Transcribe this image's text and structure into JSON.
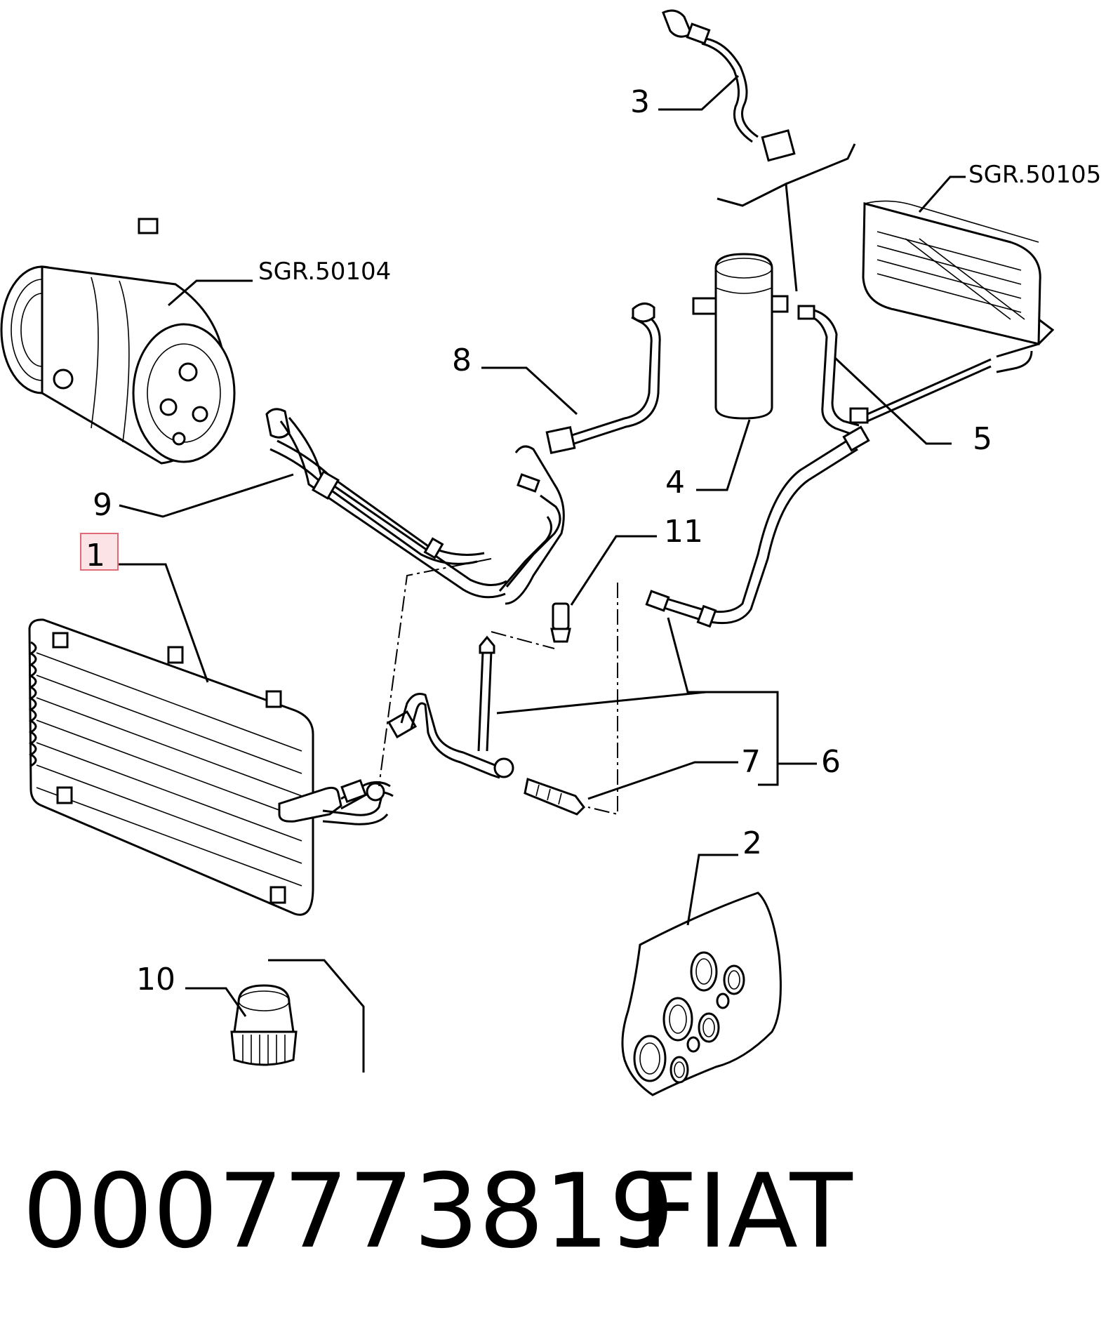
{
  "callouts": [
    {
      "id": "1",
      "text": "1",
      "highlighted": true
    },
    {
      "id": "2",
      "text": "2"
    },
    {
      "id": "3",
      "text": "3"
    },
    {
      "id": "4",
      "text": "4"
    },
    {
      "id": "5",
      "text": "5"
    },
    {
      "id": "6",
      "text": "6"
    },
    {
      "id": "7",
      "text": "7"
    },
    {
      "id": "8",
      "text": "8"
    },
    {
      "id": "9",
      "text": "9"
    },
    {
      "id": "10",
      "text": "10"
    },
    {
      "id": "11",
      "text": "11"
    }
  ],
  "references": {
    "compressor": "SGR.50104",
    "evaporator": "SGR.50105"
  },
  "footer": {
    "part_number": "0007773819",
    "brand": "FIAT"
  },
  "colors": {
    "highlight_fill": "#fbe3e6",
    "highlight_border": "#e06a78",
    "ink": "#000000"
  }
}
